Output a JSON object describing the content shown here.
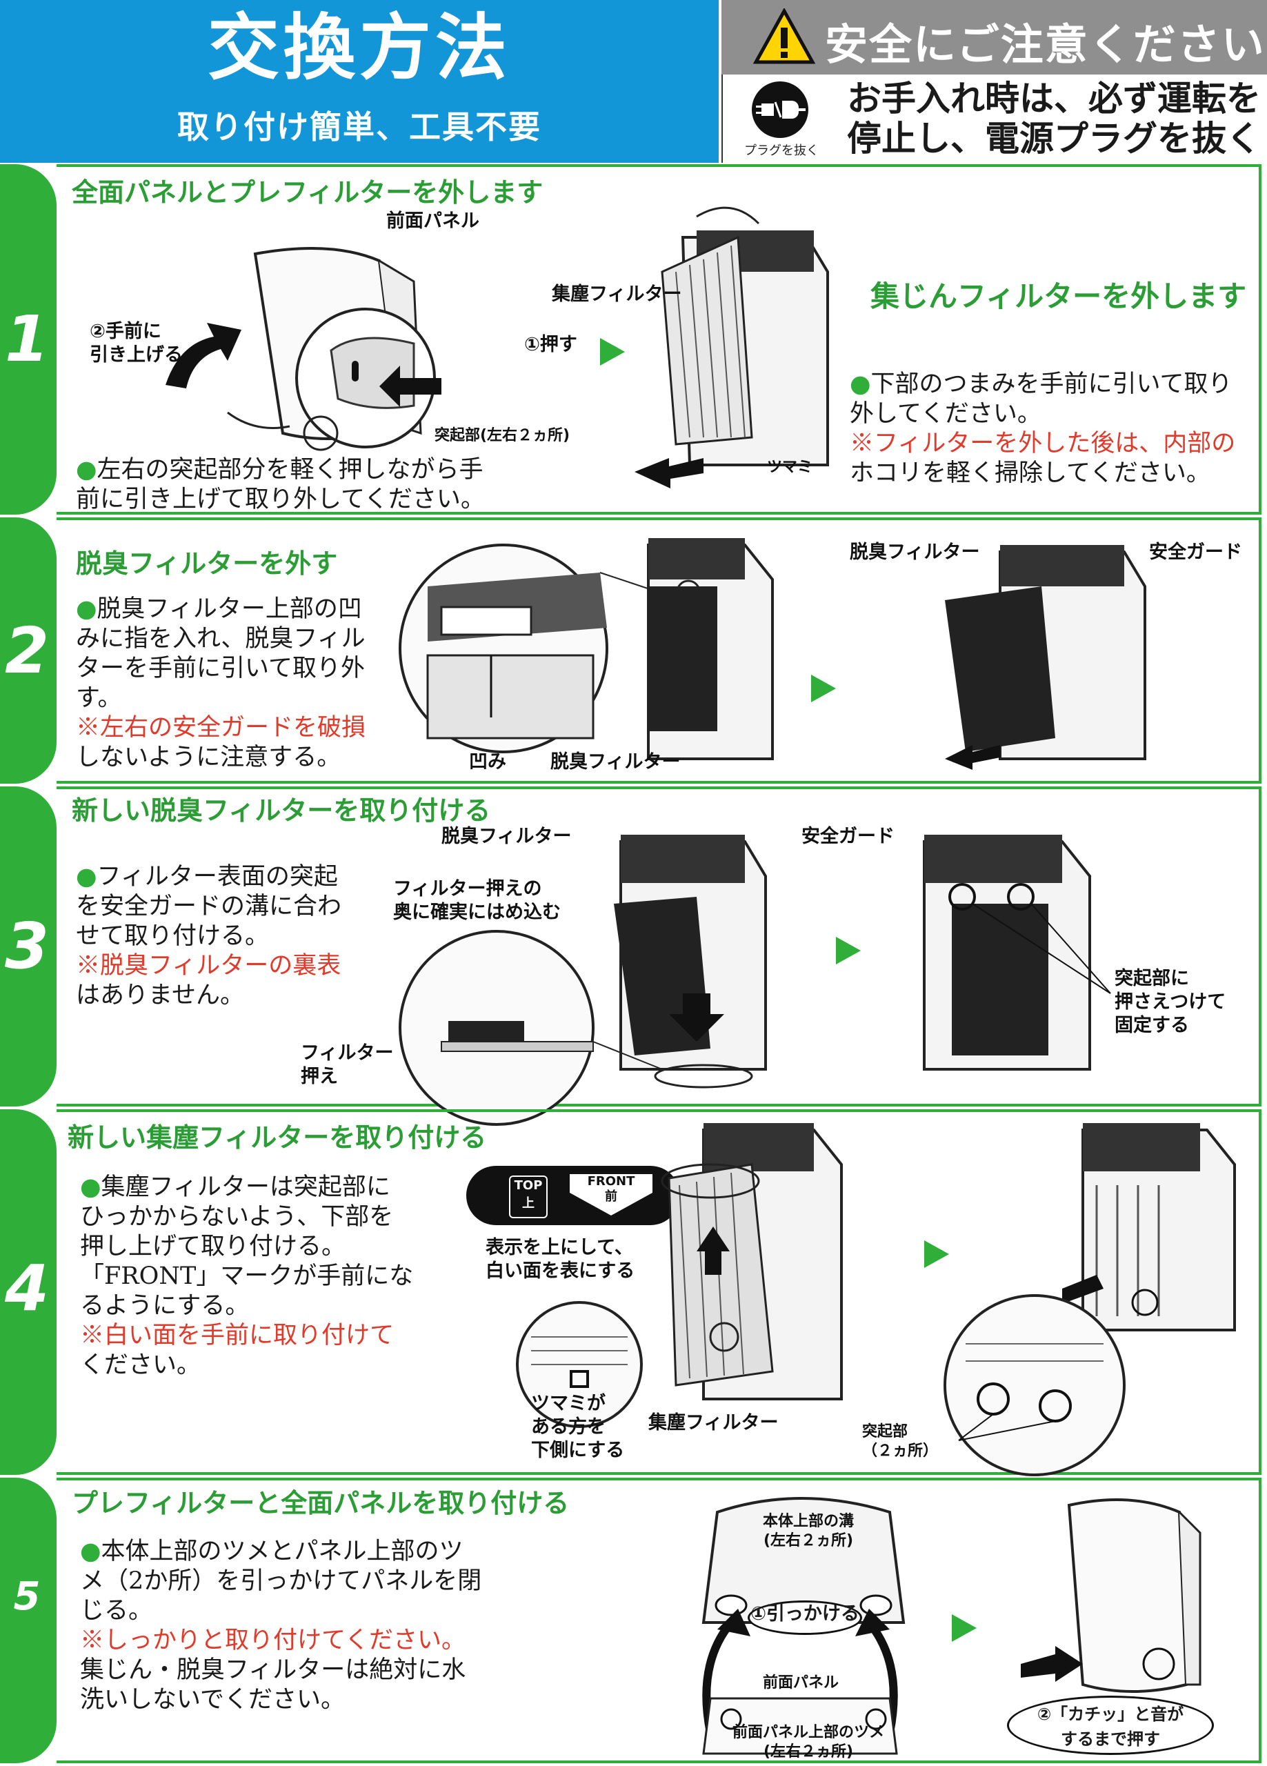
{
  "header": {
    "title": "交換方法",
    "subtitle": "取り付け簡単、工具不要"
  },
  "safety": {
    "title": "安全にご注意ください",
    "plug_label": "プラグを抜く",
    "message_line1": "お手入れ時は、必ず運転を",
    "message_line2": "停止し、電源プラグを抜く"
  },
  "steps": [
    {
      "number": "1",
      "title": "全面パネルとプレフィルターを外します",
      "title_right": "集じんフィルターを外します",
      "text_left": [
        "●左右の突起部分を軽く押しながら手",
        "前に引き上げて取り外してください。"
      ],
      "text_right": [
        "●下部のつまみを手前に引いて取り",
        "外してください。",
        "※フィルターを外した後は、内部の",
        "ホコリを軽く掃除してください。"
      ],
      "labels": {
        "front_panel": "前面パネル",
        "pull_up_1": "②手前に",
        "pull_up_2": "引き上げる",
        "push": "①押す",
        "protrusion": "突起部(左右２ヵ所)",
        "dust_filter": "集塵フィルター",
        "knob": "ツマミ"
      }
    },
    {
      "number": "2",
      "title": "脱臭フィルターを外す",
      "text": [
        "●脱臭フィルター上部の凹",
        "みに指を入れ、脱臭フィル",
        "ターを手前に引いて取り外",
        "す。",
        "※左右の安全ガードを破損",
        "しないように注意する。"
      ],
      "labels": {
        "dent": "凹み",
        "deodor_filter_a": "脱臭フィルター",
        "deodor_filter_b": "脱臭フィルター",
        "safety_guard": "安全ガード"
      }
    },
    {
      "number": "3",
      "title": "新しい脱臭フィルターを取り付ける",
      "text": [
        "●フィルター表面の突起",
        "を安全ガードの溝に合わ",
        "せて取り付ける。",
        "※脱臭フィルターの裏表",
        "はありません。"
      ],
      "labels": {
        "deodor_filter": "脱臭フィルター",
        "safety_guard": "安全ガード",
        "hold_1": "フィルター押えの",
        "hold_2": "奥に確実にはめ込む",
        "holder_1": "フィルター",
        "holder_2": "押え",
        "fix_1": "突起部に",
        "fix_2": "押さえつけて",
        "fix_3": "固定する"
      }
    },
    {
      "number": "4",
      "title": "新しい集塵フィルターを取り付ける",
      "text": [
        "●集塵フィルターは突起部に",
        "ひっかからないよう、下部を",
        "押し上げて取り付ける。",
        "「FRONT」マークが手前にな",
        "るようにする。",
        "※白い面を手前に取り付けて",
        "ください。"
      ],
      "labels": {
        "top": "TOP",
        "top_jp": "上",
        "front": "FRONT",
        "front_jp": "前",
        "display_1": "表示を上にして、",
        "display_2": "白い面を表にする",
        "knob_1": "ツマミが",
        "knob_2": "ある方を",
        "knob_3": "下側にする",
        "dust_filter": "集塵フィルター",
        "protrusion_1": "突起部",
        "protrusion_2": "（２ヵ所）"
      }
    },
    {
      "number": "5",
      "title": "プレフィルターと全面パネルを取り付ける",
      "text": [
        "●本体上部のツメとパネル上部のツ",
        "メ（2か所）を引っかけてパネルを閉",
        "じる。",
        "※しっかりと取り付けてください。",
        "集じん・脱臭フィルターは絶対に水",
        "洗いしないでください。"
      ],
      "labels": {
        "groove_1": "本体上部の溝",
        "groove_2": "(左右２ヵ所)",
        "hook": "①引っかける",
        "front_panel": "前面パネル",
        "claw_1": "前面パネル上部のツメ",
        "claw_2": "(左右２ヵ所)",
        "click_1": "②「カチッ」と音が",
        "click_2": "するまで押す"
      }
    }
  ],
  "colors": {
    "header_blue": "#1296d8",
    "safety_gray": "#8f8f8f",
    "step_green": "#2fae3a",
    "warning_red": "#e23a2a"
  }
}
